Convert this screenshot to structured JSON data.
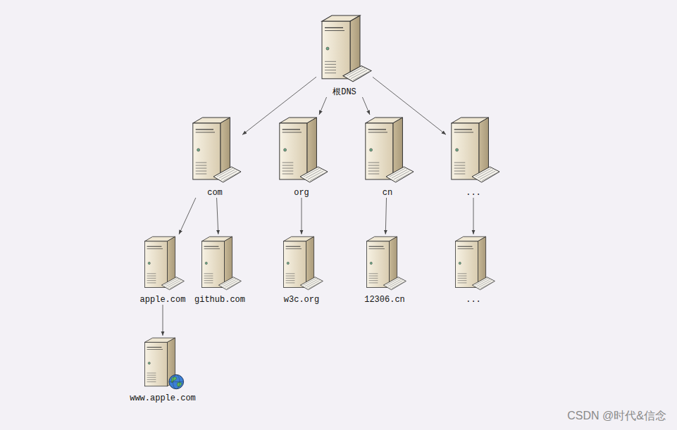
{
  "diagram": {
    "nodes": [
      {
        "text": [
          "根DNS"
        ]
      },
      {
        "text": [
          "com"
        ]
      },
      {
        "text": [
          "org"
        ]
      },
      {
        "text": [
          "cn"
        ]
      },
      {
        "text": [
          "..."
        ]
      },
      {
        "text": [
          "apple.com"
        ]
      },
      {
        "text": [
          "github.com"
        ]
      },
      {
        "text": [
          "w3c.org"
        ]
      },
      {
        "text": [
          "12306.cn"
        ]
      },
      {
        "text": [
          "..."
        ]
      },
      {
        "text": [
          "www.apple.com"
        ]
      }
    ],
    "edges": [
      {
        "from": 0,
        "to": 1,
        "arrow": "to"
      },
      {
        "from": 0,
        "to": 2,
        "arrow": "to"
      },
      {
        "from": 0,
        "to": 3,
        "arrow": "to"
      },
      {
        "from": 0,
        "to": 4,
        "arrow": "to"
      },
      {
        "from": 1,
        "to": 5,
        "arrow": "to"
      },
      {
        "from": 1,
        "to": 6,
        "arrow": "to"
      },
      {
        "from": 2,
        "to": 7,
        "arrow": "to"
      },
      {
        "from": 3,
        "to": 8,
        "arrow": "to"
      },
      {
        "from": 4,
        "to": 9,
        "arrow": "to"
      },
      {
        "from": 5,
        "to": 10,
        "arrow": "to"
      }
    ],
    "labels": [
      "CSDN @时代&信念"
    ]
  }
}
